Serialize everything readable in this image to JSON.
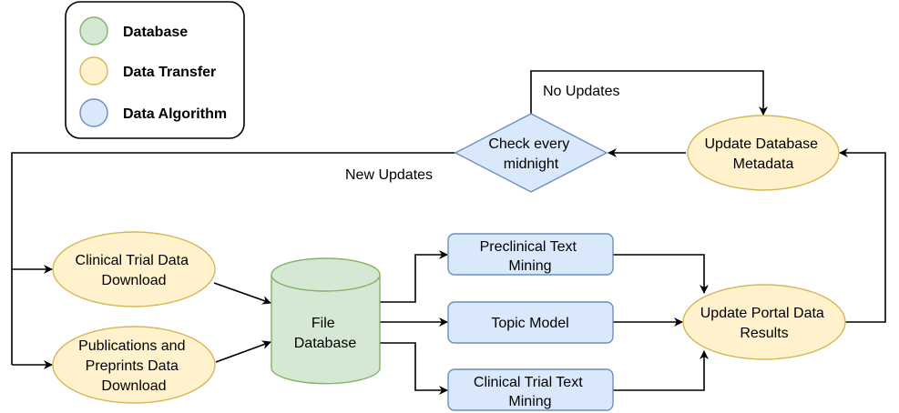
{
  "legend": {
    "database": "Database",
    "data_transfer": "Data Transfer",
    "data_algorithm": "Data Algorithm"
  },
  "nodes": {
    "check_midnight": [
      "Check every",
      "midnight"
    ],
    "update_db_metadata": [
      "Update Database",
      "Metadata"
    ],
    "clinical_trial_download": [
      "Clinical Trial Data",
      "Download"
    ],
    "publications_download": [
      "Publications and",
      "Preprints Data",
      "Download"
    ],
    "file_database": [
      "File",
      "Database"
    ],
    "preclinical_text_mining": [
      "Preclinical Text",
      "Mining"
    ],
    "topic_model": [
      "Topic Model"
    ],
    "clinical_trial_text_mining": [
      "Clinical Trial Text",
      "Mining"
    ],
    "update_portal_results": [
      "Update Portal Data",
      "Results"
    ]
  },
  "edge_labels": {
    "no_updates": "No Updates",
    "new_updates": "New Updates"
  },
  "colors": {
    "database_fill": "#d5e8d4",
    "database_stroke": "#82b366",
    "transfer_fill": "#fff2cc",
    "transfer_stroke": "#d6b656",
    "algorithm_fill": "#dae8fc",
    "algorithm_stroke": "#6c8ebf"
  }
}
